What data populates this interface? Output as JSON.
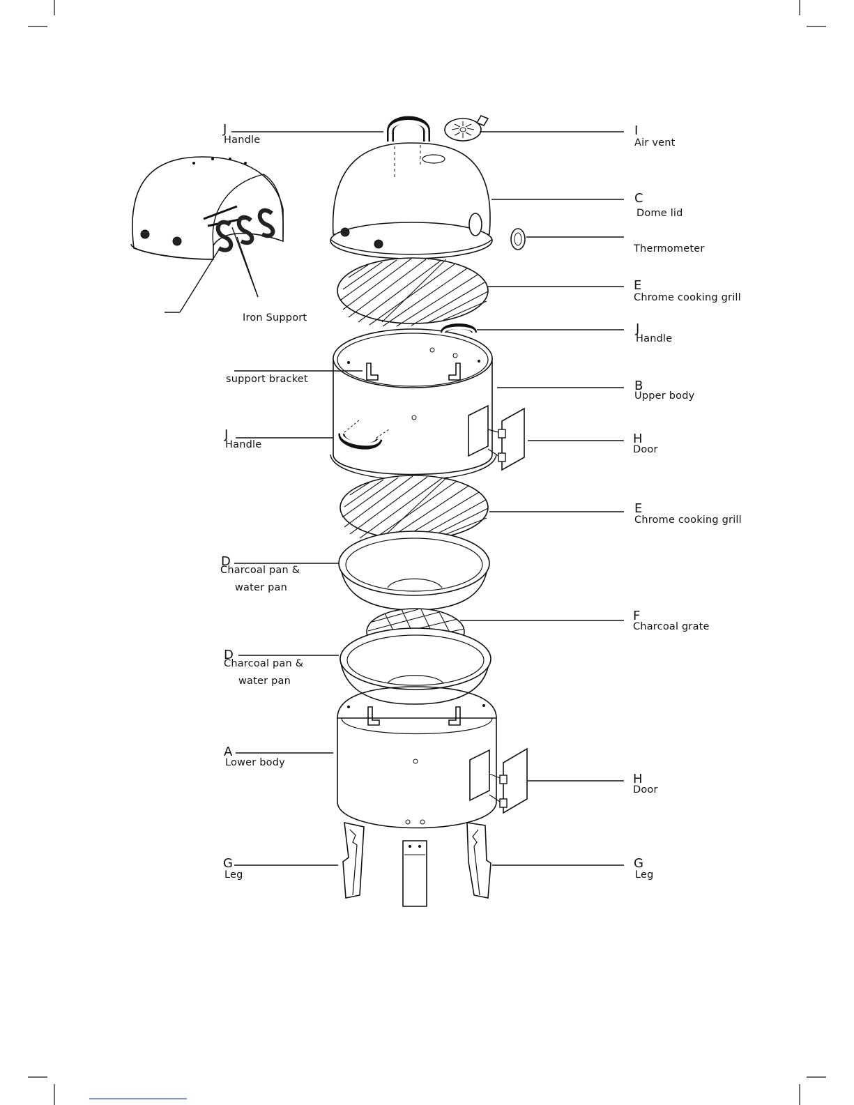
{
  "colors": {
    "ink": "#111111",
    "paper": "#ffffff",
    "link": "#3355cc"
  },
  "labels": {
    "j_top": {
      "letter": "J",
      "name": "Handle"
    },
    "i_vent": {
      "letter": "I",
      "name": "Air vent"
    },
    "c_lid": {
      "letter": "C",
      "name": "Dome lid"
    },
    "thermometer": {
      "name": "Thermometer"
    },
    "e_grill_1": {
      "letter": "E",
      "name": "Chrome cooking grill"
    },
    "iron_support": {
      "name": "Iron Support"
    },
    "j_right": {
      "letter": "J",
      "name": "Handle"
    },
    "support_bracket": {
      "name": "support bracket"
    },
    "b_upper": {
      "letter": "B",
      "name": "Upper body"
    },
    "j_left": {
      "letter": "J",
      "name": "Handle"
    },
    "h_door_1": {
      "letter": "H",
      "name": "Door"
    },
    "e_grill_2": {
      "letter": "E",
      "name": "Chrome cooking grill"
    },
    "d_pan_1": {
      "letter": "D",
      "name": "Charcoal pan &",
      "name2": "water pan"
    },
    "f_grate": {
      "letter": "F",
      "name": "Charcoal grate"
    },
    "d_pan_2": {
      "letter": "D",
      "name": "Charcoal pan &",
      "name2": "water pan"
    },
    "a_lower": {
      "letter": "A",
      "name": "Lower body"
    },
    "h_door_2": {
      "letter": "H",
      "name": "Door"
    },
    "g_leg_left": {
      "letter": "G",
      "name": "Leg"
    },
    "g_leg_right": {
      "letter": "G",
      "name": "Leg"
    }
  }
}
